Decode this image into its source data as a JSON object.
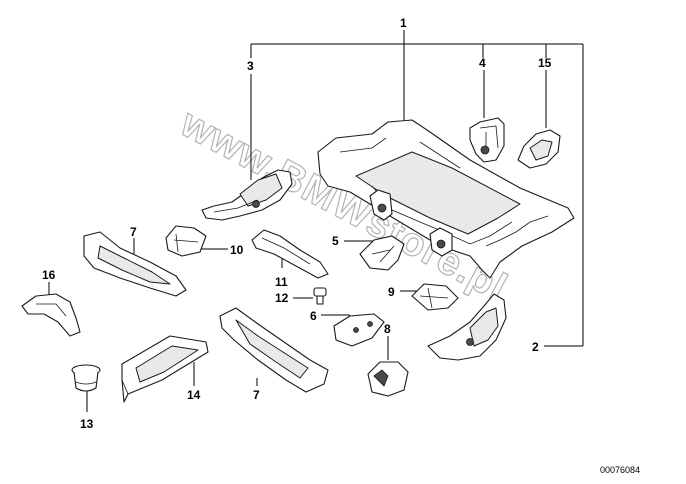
{
  "diagram": {
    "watermark": "www.BMWstore.pl",
    "reference": "00076084",
    "callouts": {
      "c1": "1",
      "c2": "2",
      "c3": "3",
      "c4": "4",
      "c5": "5",
      "c6": "6",
      "c7a": "7",
      "c7b": "7",
      "c8": "8",
      "c9": "9",
      "c10": "10",
      "c11": "11",
      "c12": "12",
      "c13": "13",
      "c14": "14",
      "c15": "15",
      "c16": "16"
    }
  }
}
